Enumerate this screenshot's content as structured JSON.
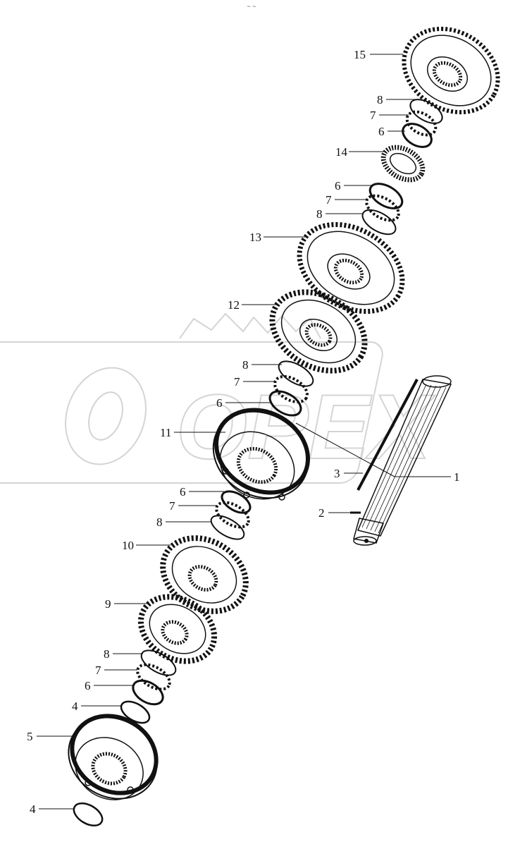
{
  "header_mark": "~ ~",
  "watermark_text": "OPEX",
  "callouts": [
    {
      "id": "c15a",
      "label": "15"
    },
    {
      "id": "c8a",
      "label": "8"
    },
    {
      "id": "c7a",
      "label": "7"
    },
    {
      "id": "c6a",
      "label": "6"
    },
    {
      "id": "c14",
      "label": "14"
    },
    {
      "id": "c6b",
      "label": "6"
    },
    {
      "id": "c7b",
      "label": "7"
    },
    {
      "id": "c8b",
      "label": "8"
    },
    {
      "id": "c13",
      "label": "13"
    },
    {
      "id": "c12",
      "label": "12"
    },
    {
      "id": "c8c",
      "label": "8"
    },
    {
      "id": "c7c",
      "label": "7"
    },
    {
      "id": "c6c",
      "label": "6"
    },
    {
      "id": "c11",
      "label": "11"
    },
    {
      "id": "c3",
      "label": "3"
    },
    {
      "id": "c1",
      "label": "1"
    },
    {
      "id": "c2",
      "label": "2"
    },
    {
      "id": "c6d",
      "label": "6"
    },
    {
      "id": "c7d",
      "label": "7"
    },
    {
      "id": "c8d",
      "label": "8"
    },
    {
      "id": "c10",
      "label": "10"
    },
    {
      "id": "c9",
      "label": "9"
    },
    {
      "id": "c8e",
      "label": "8"
    },
    {
      "id": "c7e",
      "label": "7"
    },
    {
      "id": "c6e",
      "label": "6"
    },
    {
      "id": "c4a",
      "label": "4"
    },
    {
      "id": "c5",
      "label": "5"
    },
    {
      "id": "c4b",
      "label": "4"
    }
  ]
}
